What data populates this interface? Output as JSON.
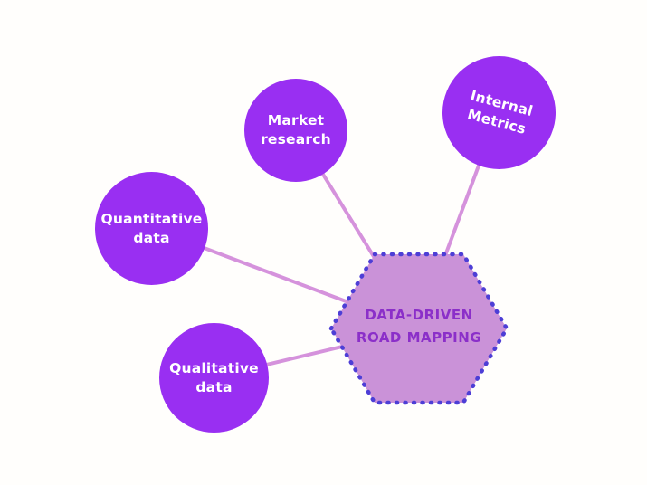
{
  "diagram": {
    "center_node": {
      "shape": "hexagon",
      "label": "DATA-DRIVEN ROAD MAPPING",
      "lines": [
        "DATA-DRIVEN",
        "ROAD MAPPING"
      ]
    },
    "nodes": [
      {
        "id": "market-research",
        "label": "Market research"
      },
      {
        "id": "internal-metrics",
        "label": "Internal Metrics"
      },
      {
        "id": "quantitative-data",
        "label": "Quantitative data"
      },
      {
        "id": "qualitative-data",
        "label": "Qualitative data"
      }
    ],
    "colors": {
      "background": "#fffefc",
      "node_fill": "#992ff2",
      "node_text": "#ffffff",
      "connector": "#d592dc",
      "hex_fill": "#ca92d8",
      "hex_border": "#4d3ed6",
      "hex_text": "#8b2fc9"
    }
  }
}
